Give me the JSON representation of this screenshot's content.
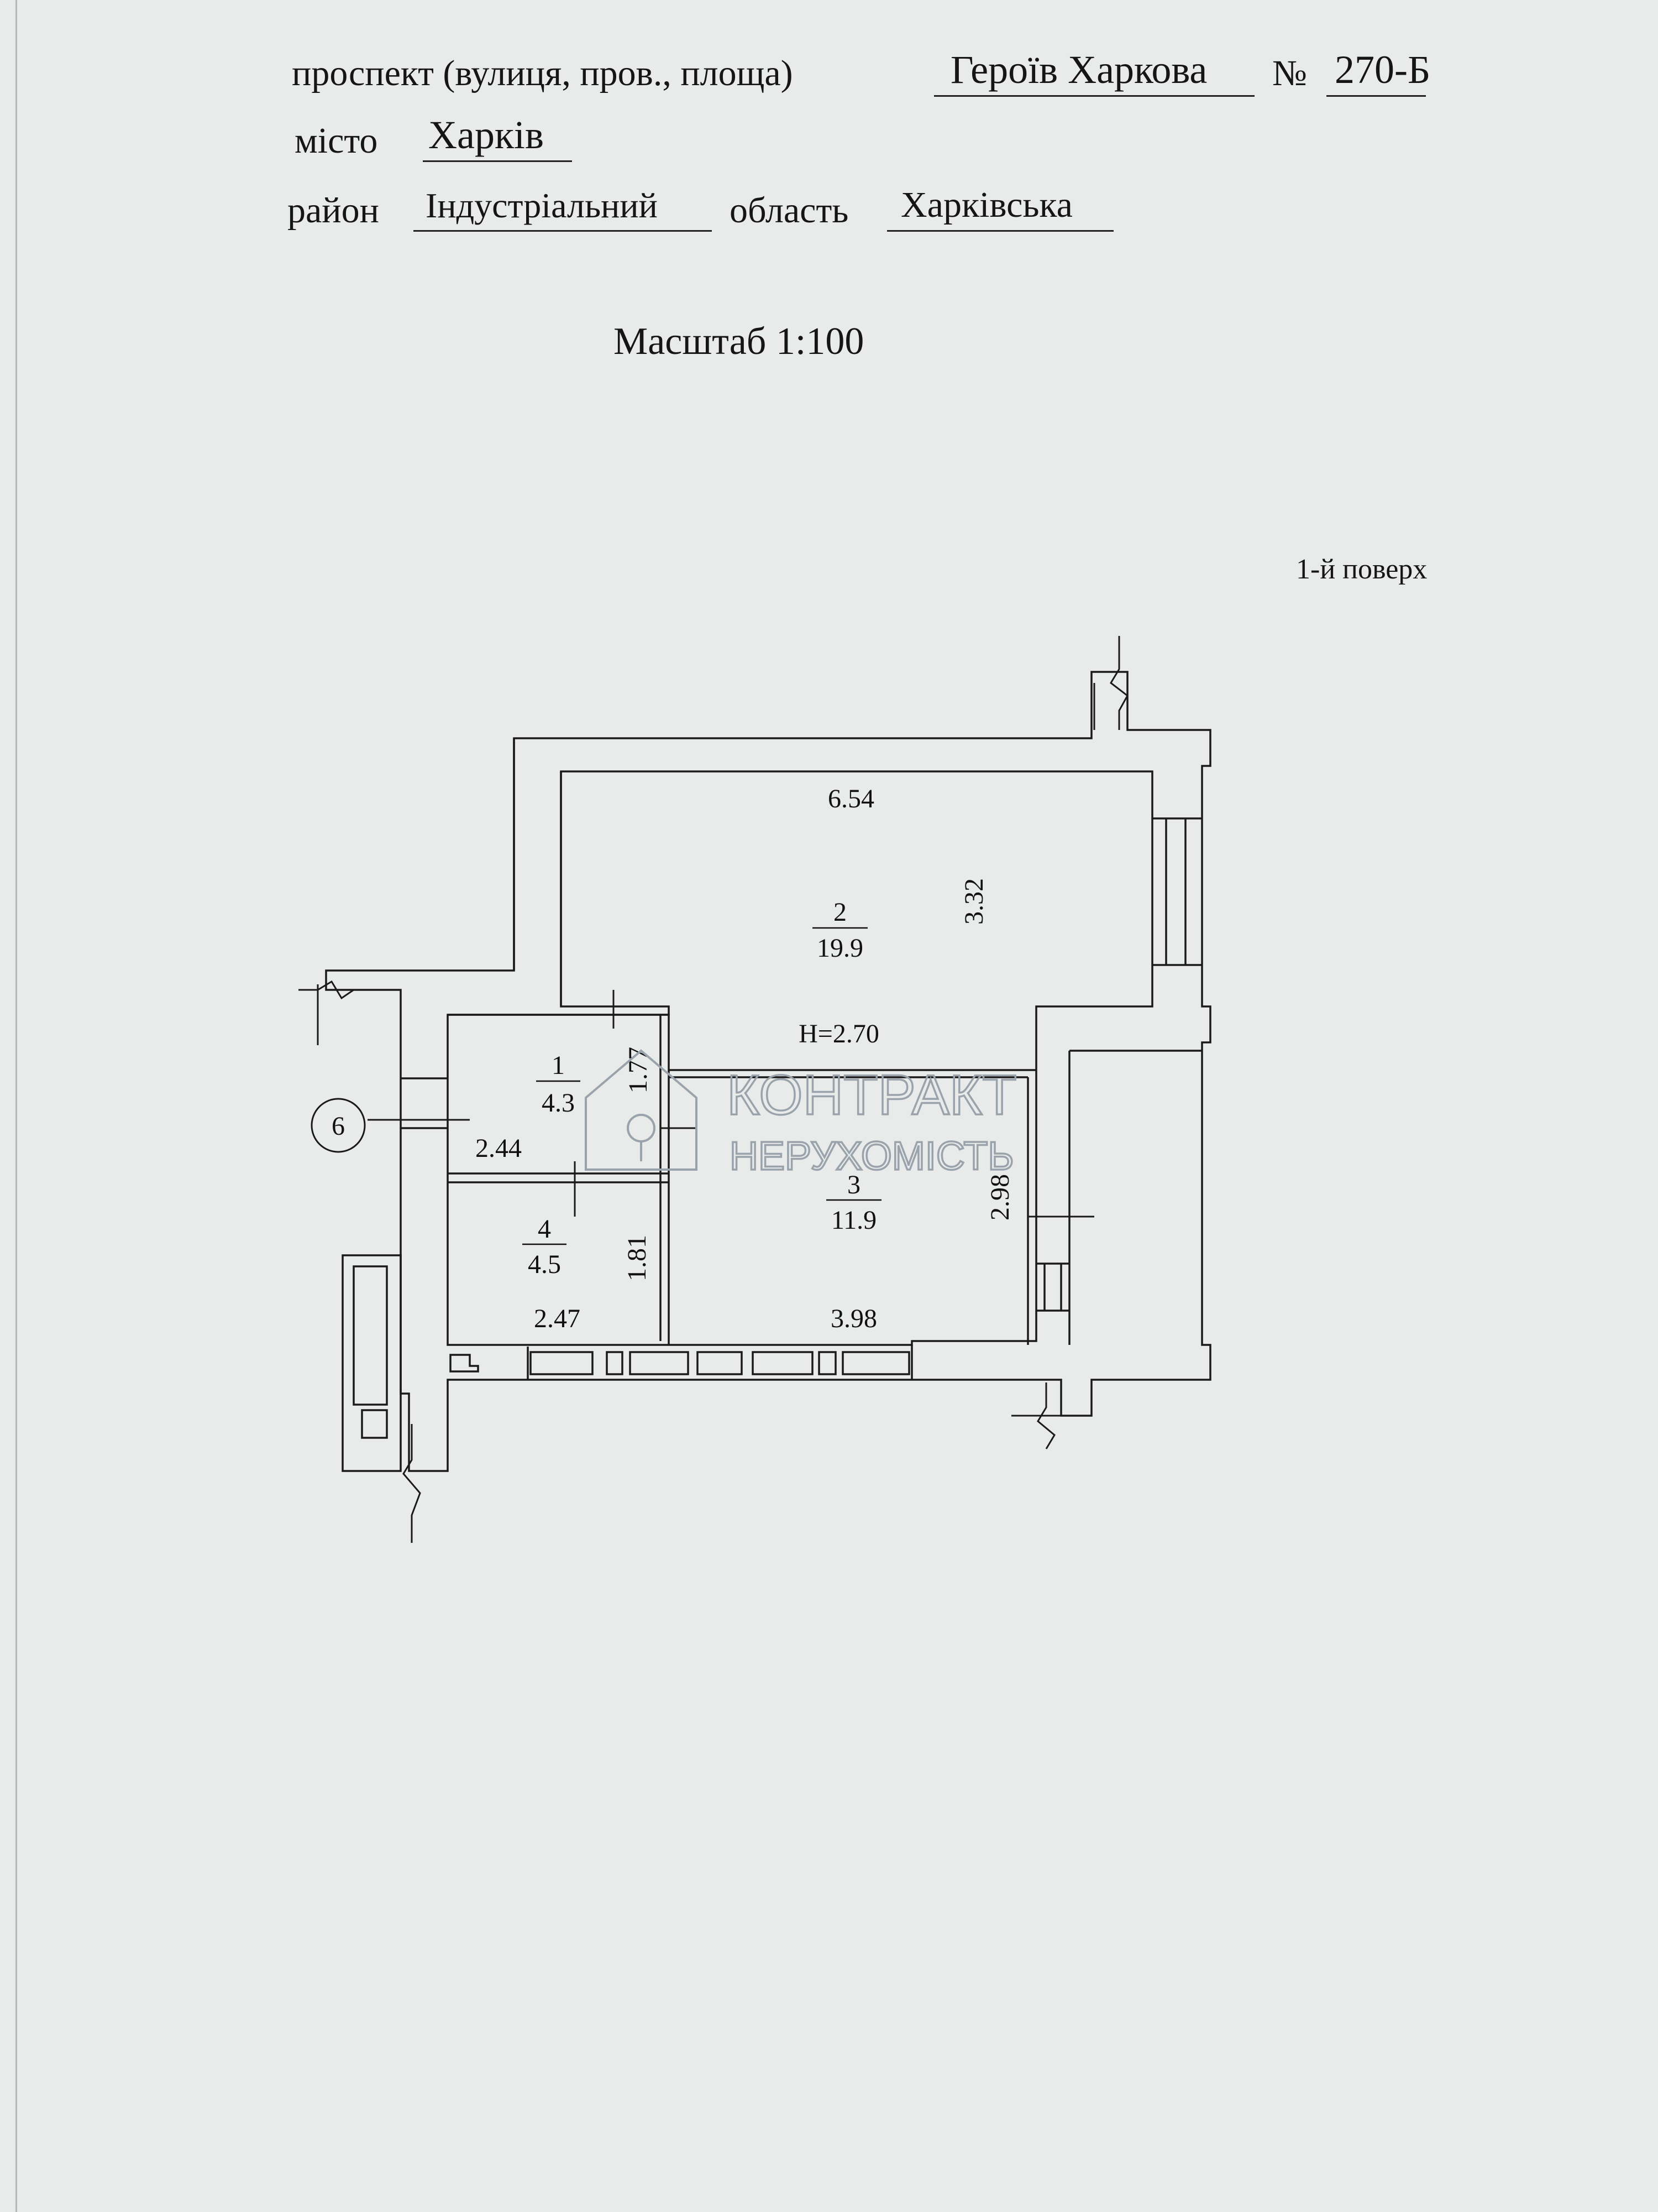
{
  "header": {
    "street_label": "проспект (вулиця, пров., площа)",
    "street_value": "Героїв Харкова",
    "number_label": "№",
    "number_value": "270-Б",
    "city_label": "місто",
    "city_value": "Харків",
    "district_label": "район",
    "district_value": "Індустріальний",
    "region_label": "область",
    "region_value": "Харківська"
  },
  "scale_label": "Масштаб 1:100",
  "floor_label": "1-й поверх",
  "plan": {
    "axis_marker": "6",
    "ceiling_height": "H=2.70",
    "rooms": [
      {
        "number": "1",
        "area": "4.3"
      },
      {
        "number": "2",
        "area": "19.9"
      },
      {
        "number": "3",
        "area": "11.9"
      },
      {
        "number": "4",
        "area": "4.5"
      }
    ],
    "dimensions": {
      "room2_width": "6.54",
      "room2_depth": "3.32",
      "room1_width": "2.44",
      "room1_depth": "1.77",
      "room3_width": "3.98",
      "room3_depth": "2.98",
      "room4_width": "2.47",
      "room4_depth": "1.81"
    }
  },
  "watermark": {
    "line1": "КОНТРАКТ",
    "line2": "НЕРУХОМІСТЬ"
  }
}
